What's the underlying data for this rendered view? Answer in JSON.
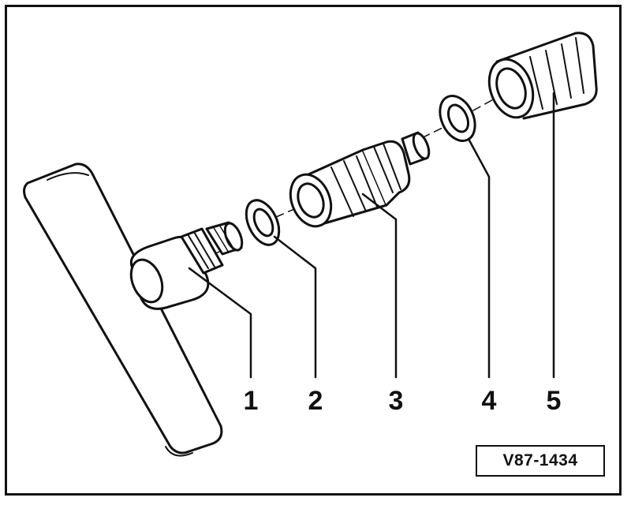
{
  "callouts": [
    {
      "label": "1"
    },
    {
      "label": "2"
    },
    {
      "label": "3"
    },
    {
      "label": "4"
    },
    {
      "label": "5"
    }
  ],
  "reference_code": "V87-1434",
  "colors": {
    "line": "#111111",
    "background": "#ffffff",
    "shade": "#d8d8d8"
  }
}
